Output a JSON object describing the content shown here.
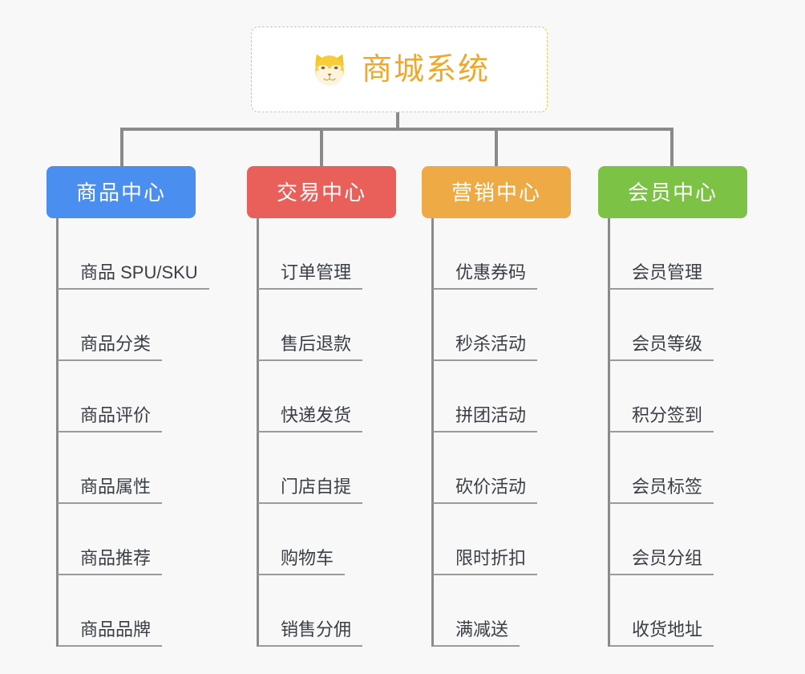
{
  "background_color": "#f8f8f8",
  "root": {
    "icon": "shiba-dog-face-icon",
    "title": "商城系统",
    "title_color": "#efa829",
    "border_color": "#f0c169",
    "background_color": "#ffffff"
  },
  "columns": [
    {
      "title": "商品中心",
      "color": "#4a8ef0",
      "items": [
        "商品 SPU/SKU",
        "商品分类",
        "商品评价",
        "商品属性",
        "商品推荐",
        "商品品牌"
      ]
    },
    {
      "title": "交易中心",
      "color": "#e9605b",
      "items": [
        "订单管理",
        "售后退款",
        "快递发货",
        "门店自提",
        "购物车",
        "销售分佣"
      ]
    },
    {
      "title": "营销中心",
      "color": "#eeab45",
      "items": [
        "优惠券码",
        "秒杀活动",
        "拼团活动",
        "砍价活动",
        "限时折扣",
        "满减送"
      ]
    },
    {
      "title": "会员中心",
      "color": "#7cc245",
      "items": [
        "会员管理",
        "会员等级",
        "积分签到",
        "会员标签",
        "会员分组",
        "收货地址"
      ]
    }
  ],
  "connector_color": "#8a8a8a",
  "leaf_underline_color": "#9b9b9b",
  "leaf_text_color": "#3a3f45"
}
